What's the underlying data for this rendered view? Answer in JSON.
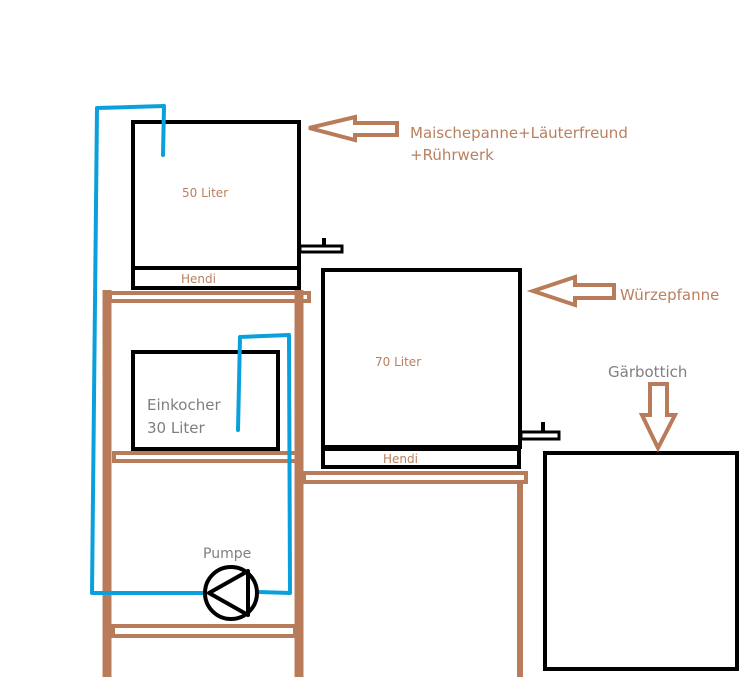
{
  "colors": {
    "wood": "#b97c5a",
    "pipe": "#0aa0dc",
    "outline": "#000000",
    "label_brown": "#b9805f",
    "label_gray": "#7f7f7f"
  },
  "vessels": {
    "mash": {
      "volume": "50 Liter",
      "burner": "Hendi",
      "callout": [
        "Maischepanne+Läuterfreund",
        "+Rührwerk"
      ]
    },
    "preheater": {
      "name": "Einkocher",
      "volume": "30 Liter"
    },
    "pump": {
      "label": "Pumpe"
    },
    "boil": {
      "volume": "70 Liter",
      "burner": "Hendi",
      "callout": "Würzepfanne"
    },
    "fermenter": {
      "callout": "Gärbottich"
    }
  }
}
